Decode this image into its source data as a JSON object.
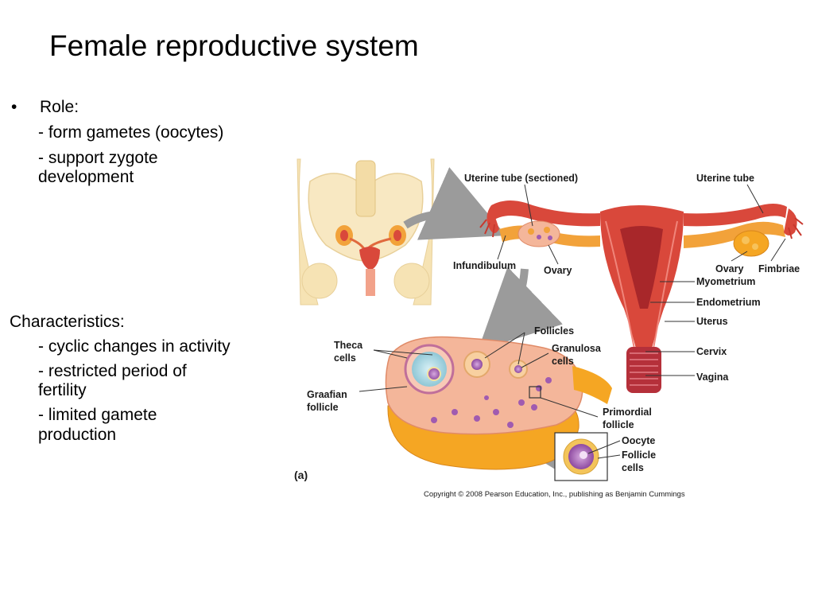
{
  "slide": {
    "title": "Female reproductive system"
  },
  "role": {
    "bullet": "•",
    "heading": "Role:",
    "items": [
      "- form gametes (oocytes)",
      "- support zygote",
      "development"
    ]
  },
  "characteristics": {
    "heading": "Characteristics:",
    "items": [
      "- cyclic changes in activity",
      "- restricted period of",
      "fertility",
      "- limited gamete",
      "production"
    ]
  },
  "figure": {
    "labels": {
      "uterine_tube_sectioned": "Uterine tube (sectioned)",
      "uterine_tube": "Uterine tube",
      "infundibulum": "Infundibulum",
      "ovary_left": "Ovary",
      "ovary_right": "Ovary",
      "fimbriae": "Fimbriae",
      "myometrium": "Myometrium",
      "endometrium": "Endometrium",
      "uterus": "Uterus",
      "cervix": "Cervix",
      "vagina": "Vagina",
      "follicles": "Follicles",
      "theca_1": "Theca",
      "theca_2": "cells",
      "granulosa_1": "Granulosa",
      "granulosa_2": "cells",
      "graafian_1": "Graafian",
      "graafian_2": "follicle",
      "primordial_1": "Primordial",
      "primordial_2": "follicle",
      "oocyte": "Oocyte",
      "follicle_cells_1": "Follicle",
      "follicle_cells_2": "cells",
      "panel": "(a)"
    },
    "copyright": "Copyright © 2008 Pearson Education, Inc., publishing as Benjamin Cummings",
    "colors": {
      "pelvis": "#f6e3b4",
      "uterus": "#d9483b",
      "uterus_dark": "#a8272a",
      "tube": "#f2a23a",
      "ovary_tissue": "#f4b69a",
      "ovary_base": "#f5a623",
      "oocyte": "#a05bb0",
      "arrow": "#9b9b9b"
    }
  }
}
